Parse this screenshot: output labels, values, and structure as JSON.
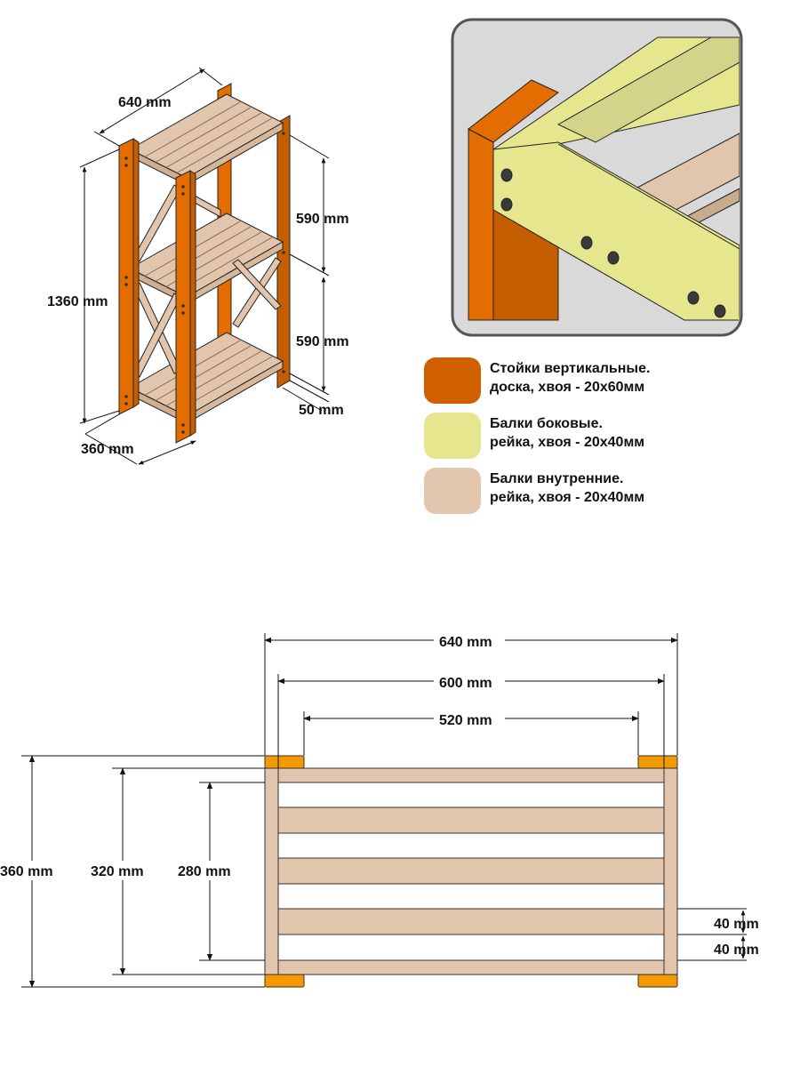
{
  "colors": {
    "post": "#e36d00",
    "post_shade": "#c45e00",
    "side_beam": "#e5e68d",
    "inner_beam": "#e1c6ad",
    "detail_bg": "#d9d9d9",
    "outline": "#222222"
  },
  "iso_dims": {
    "width": "640 mm",
    "height": "1360 mm",
    "gap_top": "590 mm",
    "gap_bottom": "590 mm",
    "leg": "50 mm",
    "depth": "360 mm"
  },
  "legend": [
    {
      "name": "swatch-post",
      "color": "#d05f00",
      "line1": "Стойки вертикальные.",
      "line2": "доска, хвоя - 20х60мм"
    },
    {
      "name": "swatch-side-beam",
      "color": "#e5e68d",
      "line1": "Балки боковые.",
      "line2": "рейка, хвоя - 20х40мм"
    },
    {
      "name": "swatch-inner-beam",
      "color": "#e1c6ad",
      "line1": "Балки внутренние.",
      "line2": "рейка, хвоя - 20х40мм"
    }
  ],
  "plan_dims": {
    "outer_width": "640 mm",
    "mid_width": "600 mm",
    "inner_width": "520 mm",
    "outer_depth": "360 mm",
    "mid_depth": "320 mm",
    "inner_depth": "280 mm",
    "slat": "40 mm",
    "gap": "40 mm"
  }
}
